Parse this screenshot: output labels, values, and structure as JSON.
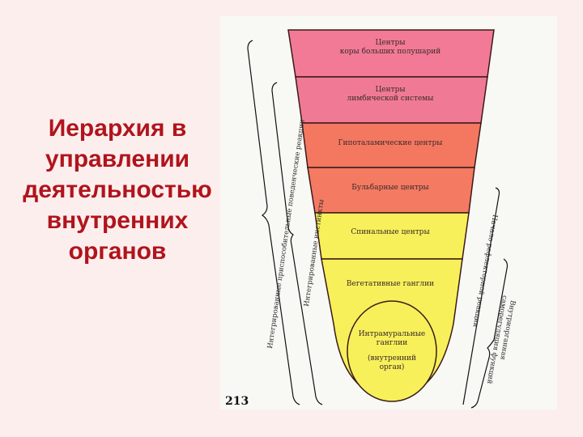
{
  "slide": {
    "title_lines": [
      "Иерархия в",
      "управлении",
      "деятельностью",
      "внутренних",
      "органов"
    ],
    "title_color": "#b0141c",
    "background": "#fdeeee"
  },
  "diagram": {
    "levels": [
      {
        "label_lines": [
          "Центры",
          "коры больших полушарий"
        ],
        "color": "#f27a97"
      },
      {
        "label_lines": [
          "Центры",
          "лимбической системы"
        ],
        "color": "#f07a95"
      },
      {
        "label_lines": [
          "Гипоталамические центры"
        ],
        "color": "#f47860"
      },
      {
        "label_lines": [
          "Бульбарные центры"
        ],
        "color": "#f47a62"
      },
      {
        "label_lines": [
          "Спинальные центры"
        ],
        "color": "#f7f05a"
      },
      {
        "label_lines": [
          "Вегетативные ганглии"
        ],
        "color": "#f7f05a"
      },
      {
        "label_lines": [
          "Интрамуральные",
          "ганглии",
          "(внутренний",
          "орган)"
        ],
        "color": "#f7f05a"
      }
    ],
    "left_brackets": {
      "outer": "Интегрированные приспособительные поведенческие реакции",
      "inner": "Интегрированные инстинкты"
    },
    "right_brackets": {
      "outer": "Начало рефлекторной реакции",
      "inner_line1": "Внутриорганная",
      "inner_line2": "саморегуляция функций"
    },
    "page_number": "213"
  }
}
